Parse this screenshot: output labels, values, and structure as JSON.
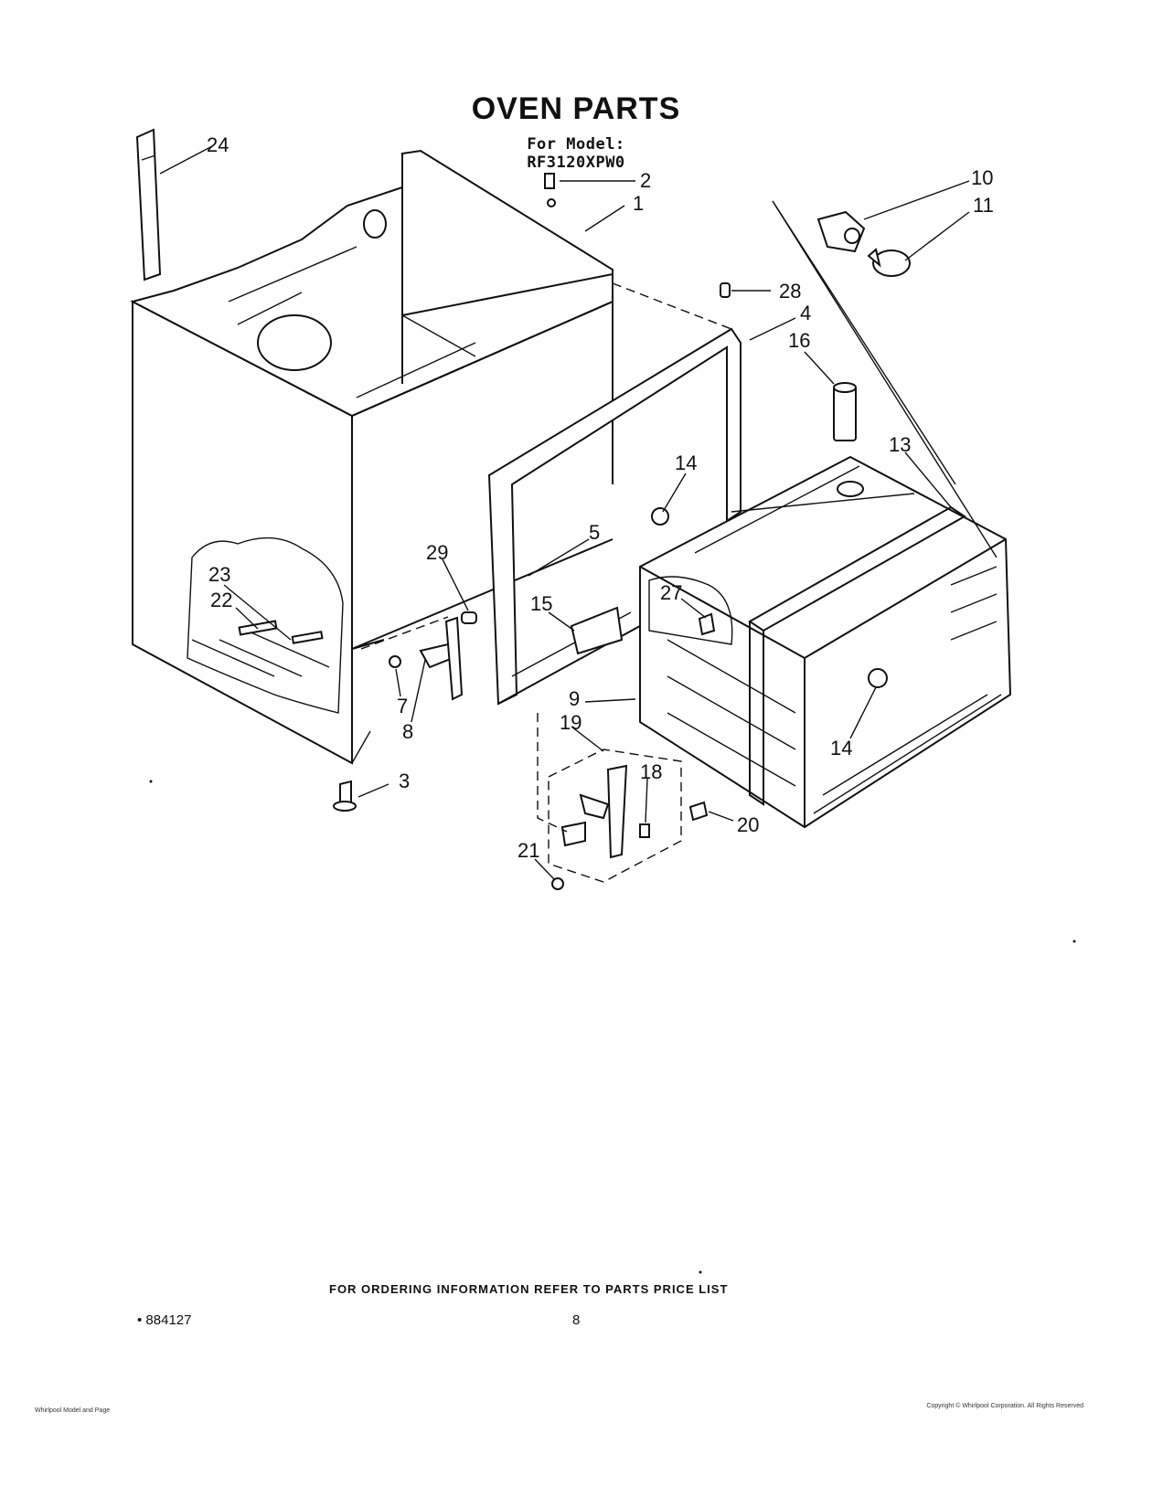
{
  "header": {
    "title": "OVEN PARTS",
    "subtitle": "For Model: RF3120XPW0"
  },
  "callouts": [
    {
      "id": "c1",
      "text": "1"
    },
    {
      "id": "c2",
      "text": "2"
    },
    {
      "id": "c3",
      "text": "3"
    },
    {
      "id": "c4",
      "text": "4"
    },
    {
      "id": "c5",
      "text": "5"
    },
    {
      "id": "c7",
      "text": "7"
    },
    {
      "id": "c8",
      "text": "8"
    },
    {
      "id": "c9",
      "text": "9"
    },
    {
      "id": "c10",
      "text": "10"
    },
    {
      "id": "c11",
      "text": "11"
    },
    {
      "id": "c13",
      "text": "13"
    },
    {
      "id": "c14a",
      "text": "14"
    },
    {
      "id": "c14b",
      "text": "14"
    },
    {
      "id": "c15",
      "text": "15"
    },
    {
      "id": "c16",
      "text": "16"
    },
    {
      "id": "c18",
      "text": "18"
    },
    {
      "id": "c19",
      "text": "19"
    },
    {
      "id": "c20",
      "text": "20"
    },
    {
      "id": "c21",
      "text": "21"
    },
    {
      "id": "c22",
      "text": "22"
    },
    {
      "id": "c23",
      "text": "23"
    },
    {
      "id": "c24",
      "text": "24"
    },
    {
      "id": "c27",
      "text": "27"
    },
    {
      "id": "c28",
      "text": "28"
    },
    {
      "id": "c29",
      "text": "29"
    }
  ],
  "footer": {
    "ordering_note": "FOR ORDERING INFORMATION REFER TO PARTS PRICE LIST",
    "part_number": "• 884127",
    "page_number": "8",
    "left_fine_print": "Whirlpool Model and Page",
    "right_fine_print": "Copyright © Whirlpool Corporation. All Rights Reserved"
  }
}
